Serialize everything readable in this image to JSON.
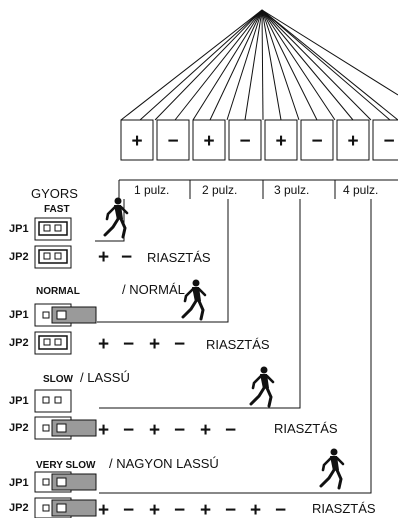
{
  "zone_signs": [
    "+",
    "−",
    "+",
    "−",
    "+",
    "−",
    "+",
    "−"
  ],
  "pulses": [
    "1 pulz.",
    "2 pulz.",
    "3 pulz.",
    "4 pulz."
  ],
  "modes": [
    {
      "title_en": "FAST",
      "title_hu": "GYORS",
      "jp1_label": "JP1",
      "jp2_label": "JP2",
      "sequence": [
        "+",
        "−"
      ],
      "alarm": "RIASZTÁS"
    },
    {
      "title_en": "NORMAL",
      "title_hu": "/ NORMÁL",
      "jp1_label": "JP1",
      "jp2_label": "JP2",
      "sequence": [
        "+",
        "−",
        "+",
        "−"
      ],
      "alarm": "RIASZTÁS"
    },
    {
      "title_en": "SLOW",
      "title_hu": "/ LASSÚ",
      "jp1_label": "JP1",
      "jp2_label": "JP2",
      "sequence": [
        "+",
        "−",
        "+",
        "−",
        "+",
        "−"
      ],
      "alarm": "RIASZTÁS"
    },
    {
      "title_en": "VERY SLOW",
      "title_hu": "/ NAGYON LASSÚ",
      "jp1_label": "JP1",
      "jp2_label": "JP2",
      "sequence": [
        "+",
        "−",
        "+",
        "−",
        "+",
        "−",
        "+",
        "−"
      ],
      "alarm": "RIASZTÁS"
    }
  ],
  "colors": {
    "ink": "#111111",
    "jumper_fill": "#9a9a9a",
    "paper": "#ffffff"
  },
  "icons": [
    "walking-person-icon",
    "jumper-icon",
    "sensor-apex-icon"
  ]
}
